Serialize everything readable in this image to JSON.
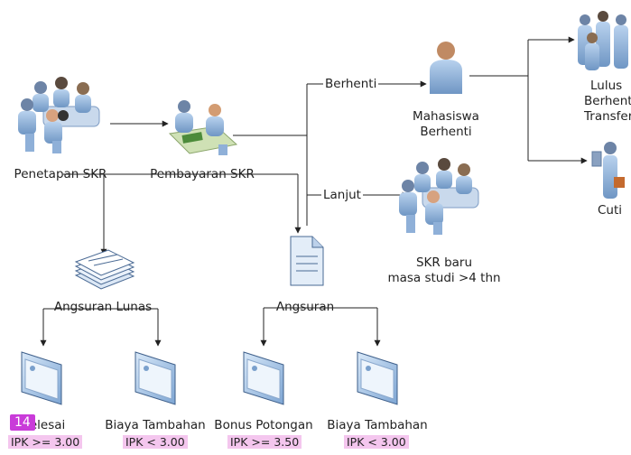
{
  "nodes": {
    "penetapan": "Penetapan SKR",
    "pembayaran": "Pembayaran SKR",
    "berhenti_edge": "Berhenti",
    "lanjut_edge": "Lanjut",
    "mahasiswa_berhenti": [
      "Mahasiswa",
      "Berhenti"
    ],
    "skr_baru": [
      "SKR baru",
      "masa studi >4 thn"
    ],
    "lulus": [
      "Lulus",
      "Berhenti",
      "Transfer"
    ],
    "cuti": "Cuti",
    "angsuran_lunas": "Angsuran Lunas",
    "angsuran": "Angsuran"
  },
  "leaves": [
    {
      "label": "...elesai",
      "condition": "IPK >= 3.00"
    },
    {
      "label": "Biaya Tambahan",
      "condition": "IPK < 3.00"
    },
    {
      "label": "Bonus Potongan",
      "condition": "IPK >= 3.50"
    },
    {
      "label": "Biaya Tambahan",
      "condition": "IPK < 3.00"
    }
  ],
  "badge": "14",
  "colors": {
    "highlight": "#f4c6ee",
    "badge": "#c93bd9",
    "figure": "#8fb3d9",
    "line": "#222222"
  }
}
